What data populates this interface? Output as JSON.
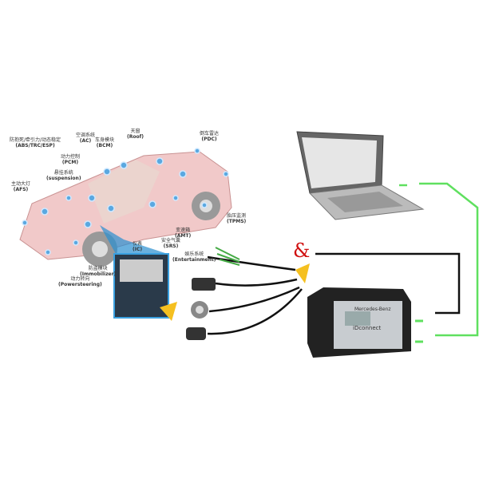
{
  "labels": [
    {
      "cn": "防抱死/牵引力/动态稳定",
      "en": "(ABS/TRC/ESP)"
    },
    {
      "cn": "空调系统",
      "en": "(AC)"
    },
    {
      "cn": "车身模块",
      "en": "(BCM)"
    },
    {
      "cn": "天窗",
      "en": "(Roof)"
    },
    {
      "cn": "倒车雷达",
      "en": "(PDC)"
    },
    {
      "cn": "动力控制",
      "en": "(PCM)"
    },
    {
      "cn": "悬挂系统",
      "en": "(suspension)"
    },
    {
      "cn": "主动大灯",
      "en": "(AFS)"
    },
    {
      "cn": "胎压监测",
      "en": "(TPMS)"
    },
    {
      "cn": "变速箱",
      "en": "(AMT)"
    },
    {
      "cn": "安全气囊",
      "en": "(SRS)"
    },
    {
      "cn": "仪表",
      "en": "(IC)"
    },
    {
      "cn": "娱乐系统",
      "en": "(Entertainment)"
    },
    {
      "cn": "防盗模块",
      "en": "(Immobilizer)"
    },
    {
      "cn": "动力转向",
      "en": "(Powersteering)"
    }
  ],
  "ampersand": "&",
  "device": {
    "brand": "Mercedes-Benz",
    "model": "iDconnect"
  },
  "colors": {
    "cable_green": "#5fe05f",
    "car": "#e8a0a0",
    "node": "#5aa8e0"
  }
}
